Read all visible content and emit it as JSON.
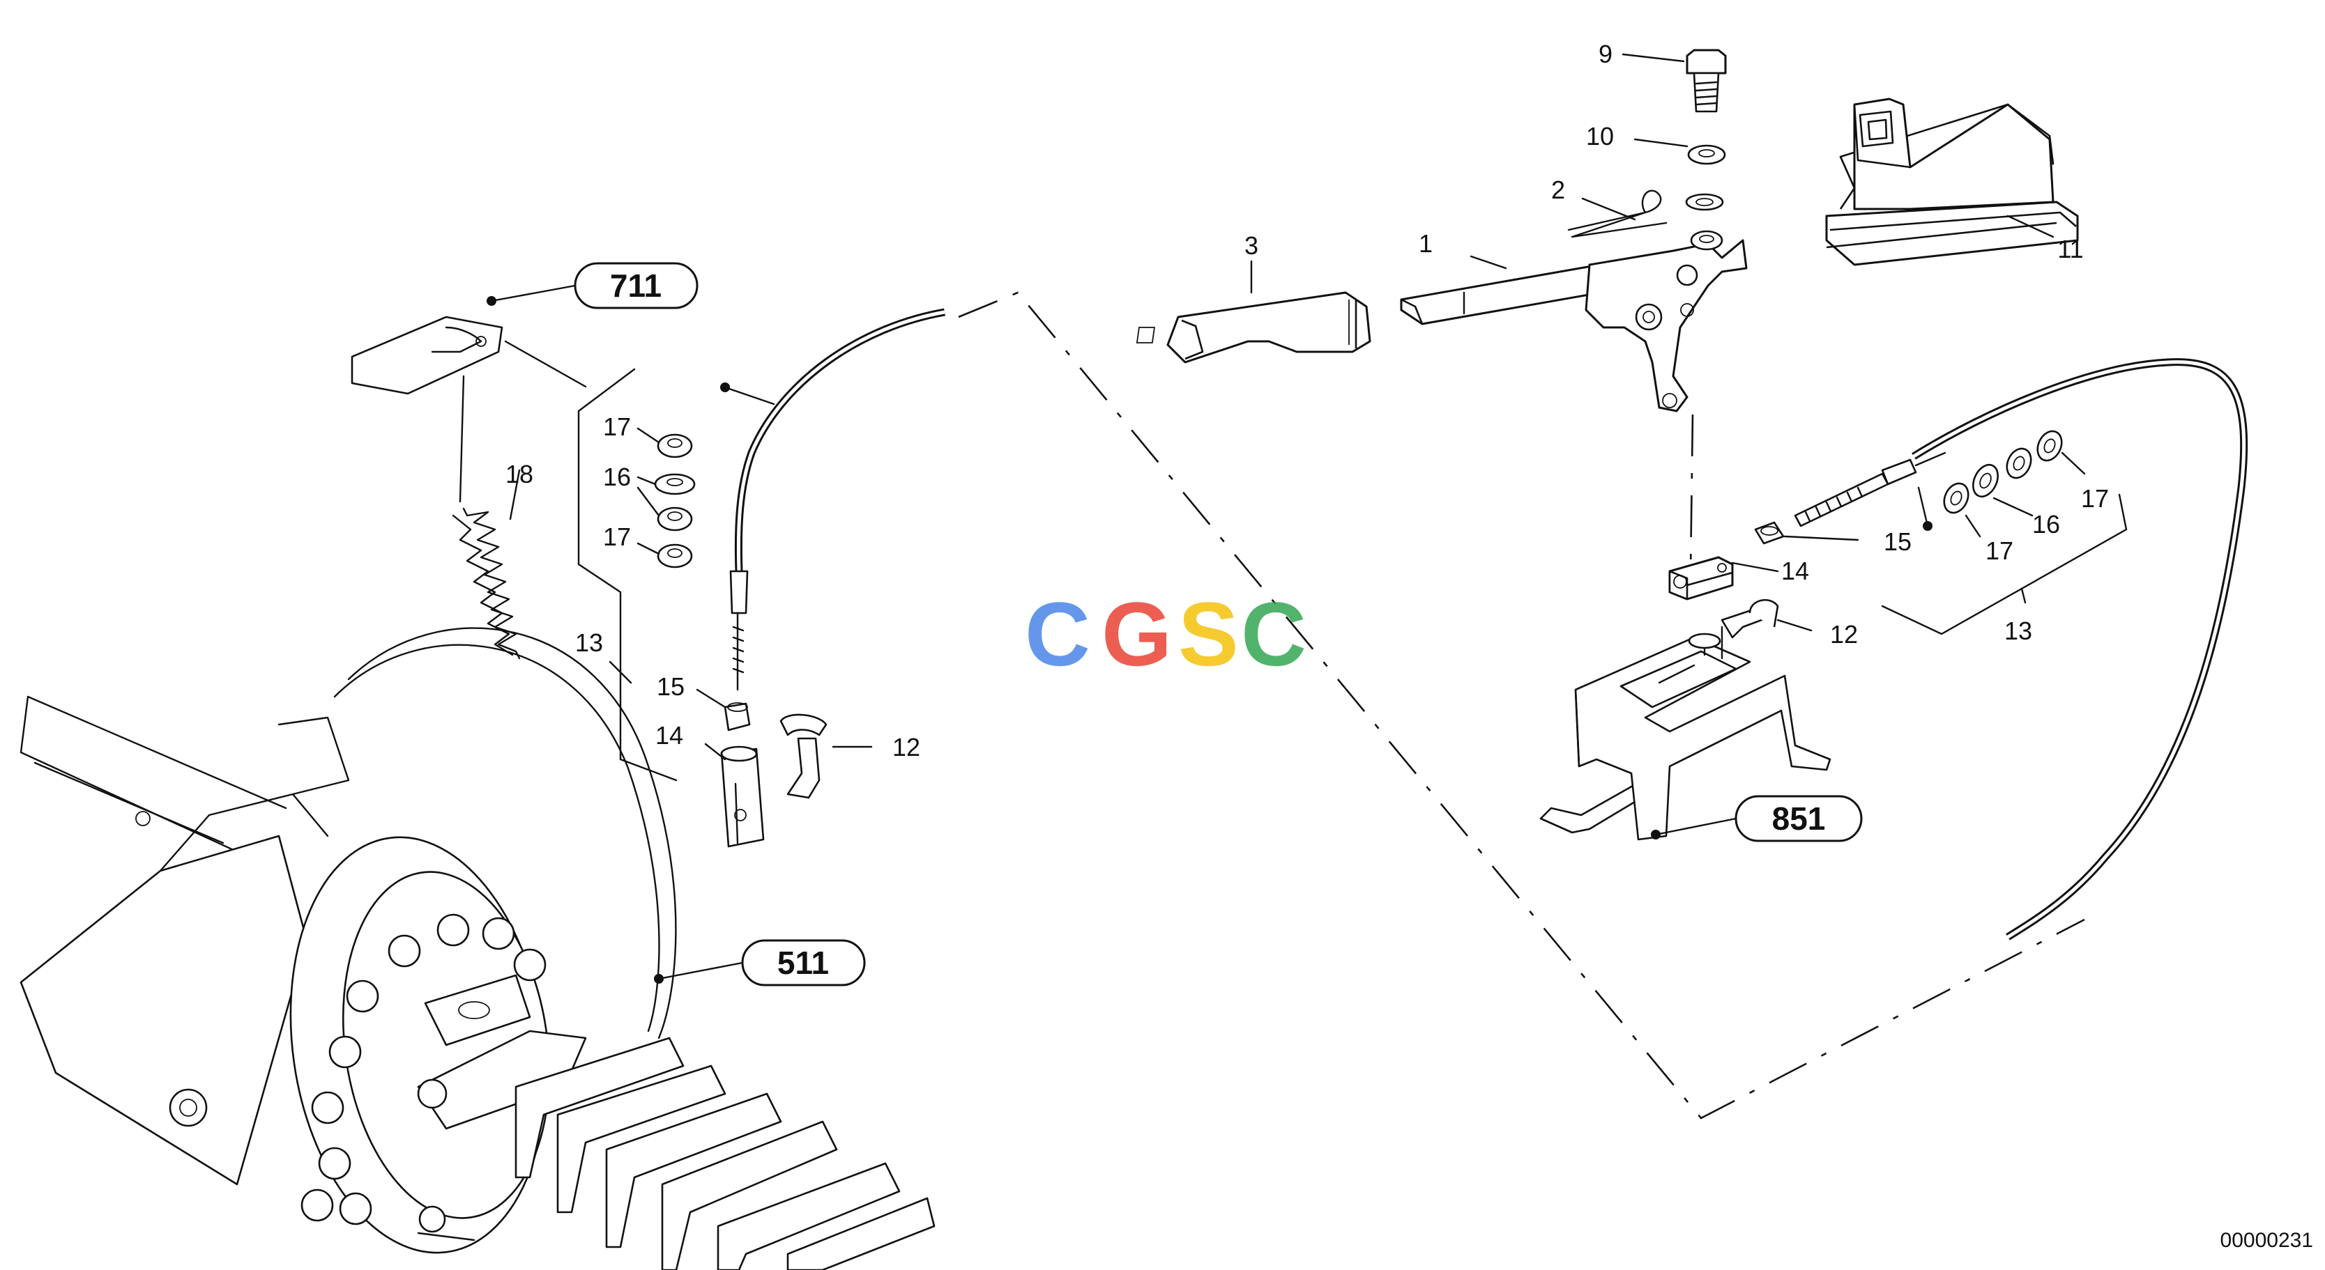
{
  "diagram": {
    "callouts": {
      "c1": "1",
      "c2": "2",
      "c3": "3",
      "c9": "9",
      "c10": "10",
      "c11": "11",
      "c12_left": "12",
      "c12_right": "12",
      "c13_left": "13",
      "c13_right": "13",
      "c14_left": "14",
      "c14_right": "14",
      "c15_left": "15",
      "c15_right": "15",
      "c16_left": "16",
      "c16_right": "16",
      "c17_left_top": "17",
      "c17_left_bottom": "17",
      "c17_right_a": "17",
      "c17_right_b": "17",
      "c18": "18"
    },
    "references": {
      "ref_711": "711",
      "ref_511": "511",
      "ref_851": "851"
    },
    "watermark": {
      "c1": "C",
      "g": "G",
      "s": "S",
      "c2": "C"
    },
    "drawing_number": "00000231",
    "colors": {
      "line": "#111111",
      "watermark_blue": "#4a86e8",
      "watermark_red": "#ea4335",
      "watermark_yellow": "#f4c20d",
      "watermark_green": "#34a853"
    }
  }
}
